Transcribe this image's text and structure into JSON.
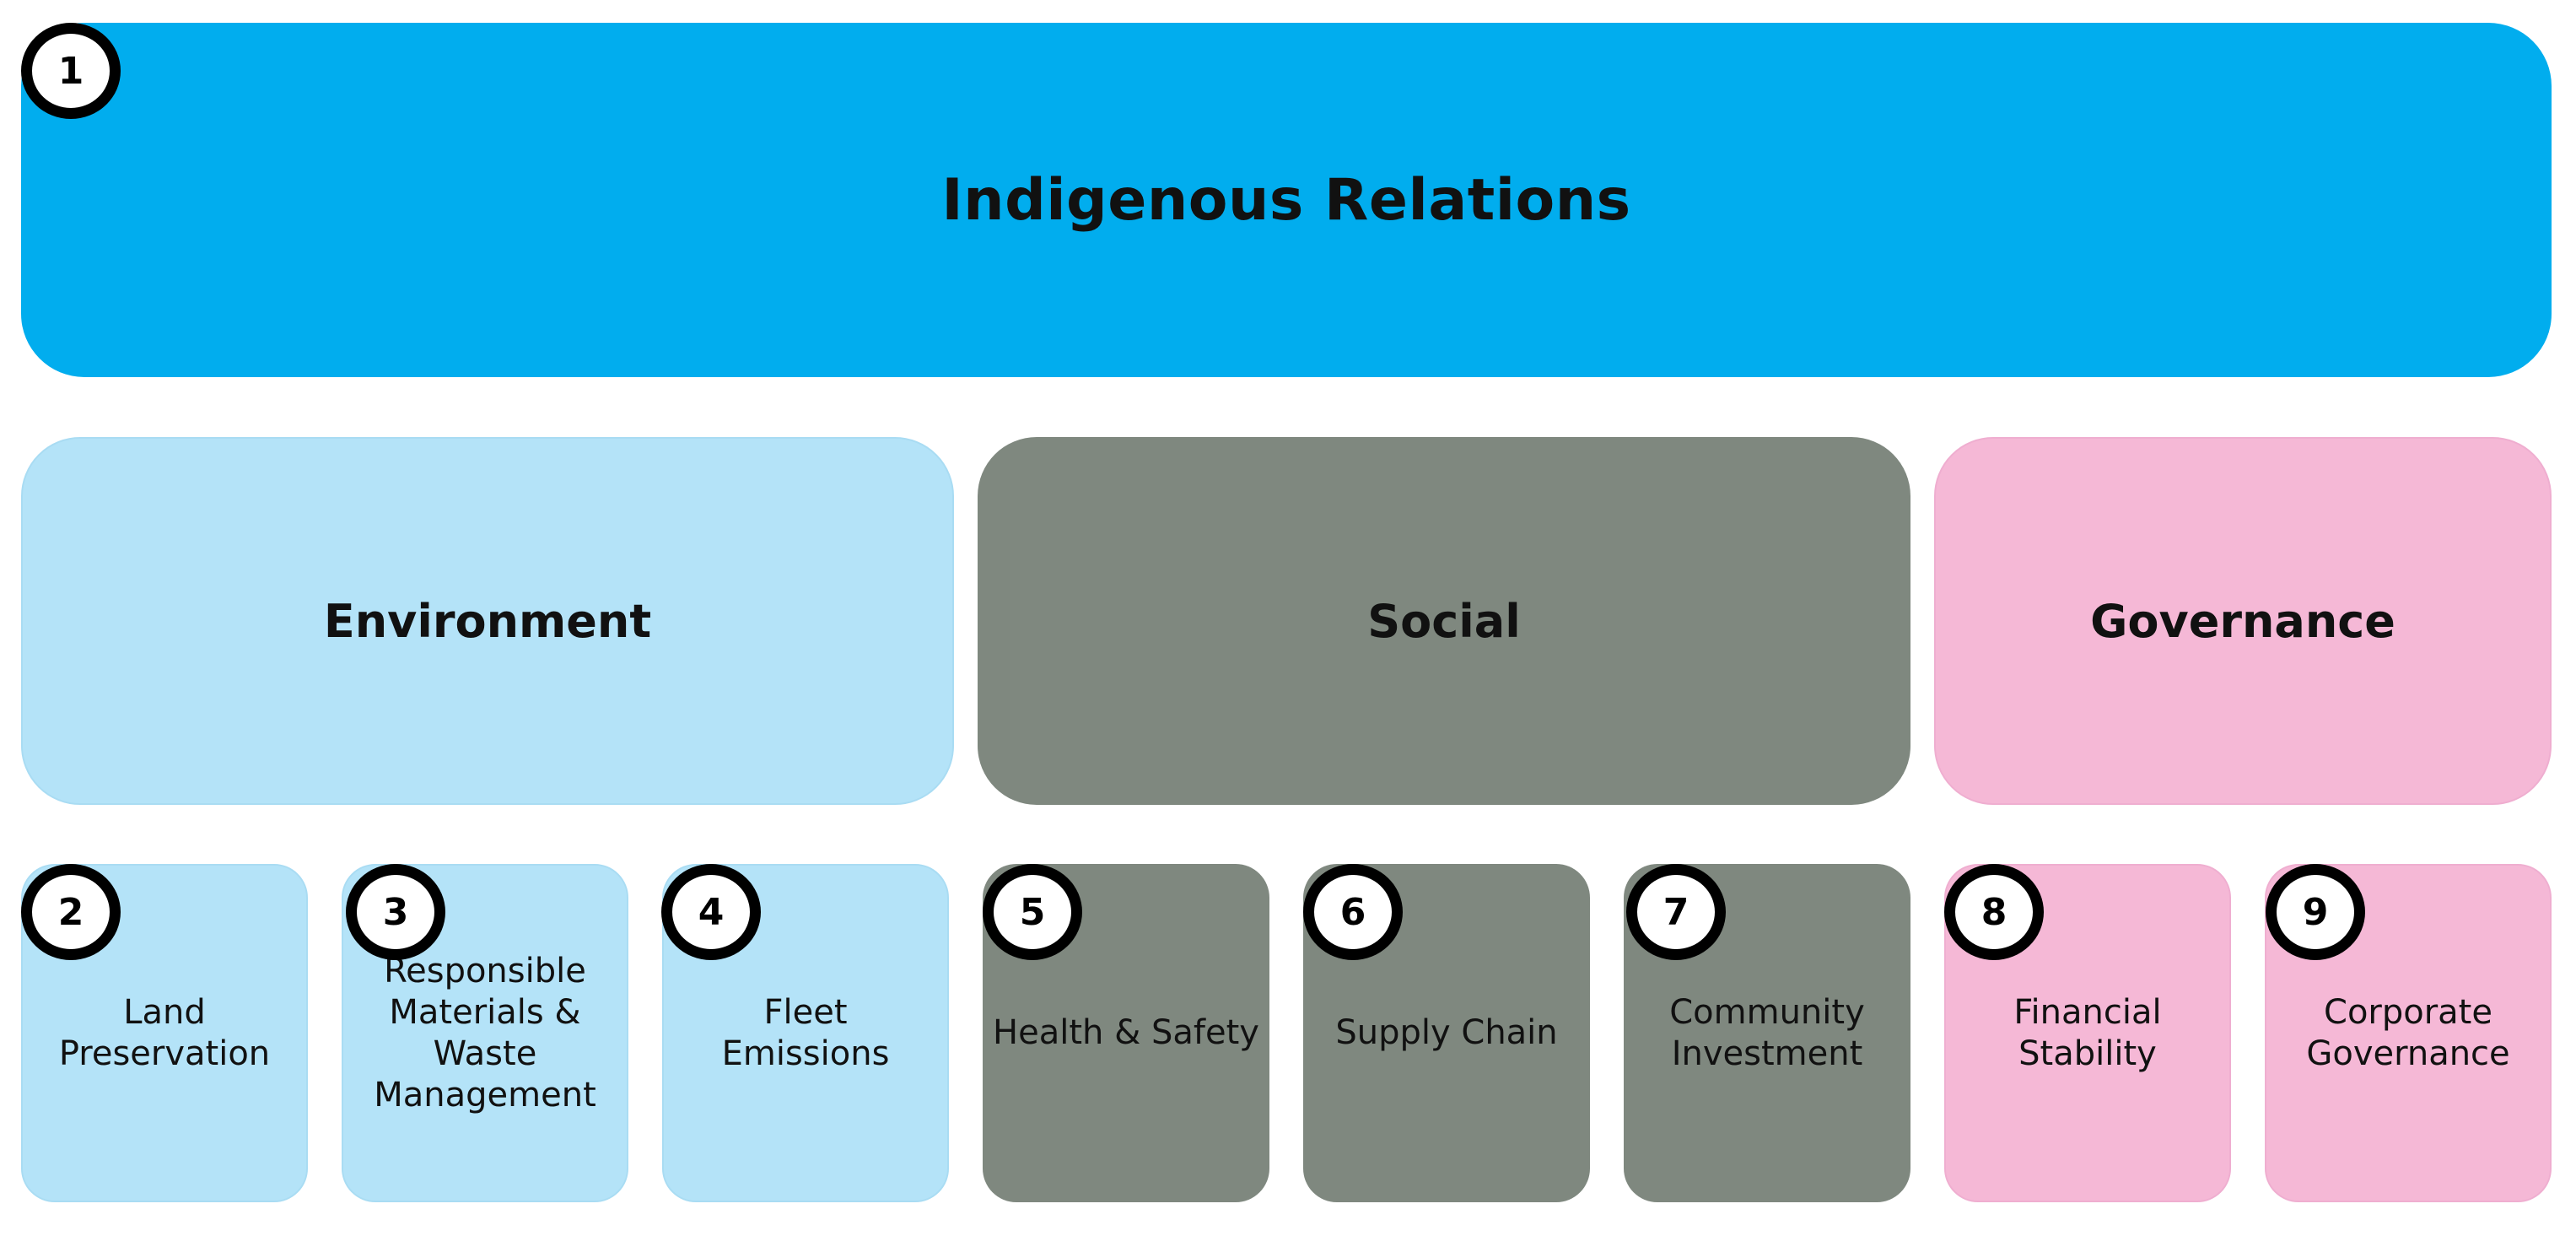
{
  "colors": {
    "top_box": "#01adee",
    "environment": "#b4e3f8",
    "social": "#7f887f",
    "governance": "#f5b8d6",
    "badge_border": "#000000"
  },
  "top": {
    "number": "1",
    "title": "Indigenous Relations"
  },
  "pillars": {
    "environment": "Environment",
    "social": "Social",
    "governance": "Governance"
  },
  "cards": [
    {
      "number": "2",
      "label": "Land\nPreservation"
    },
    {
      "number": "3",
      "label": "Responsible\nMaterials & Waste\nManagement"
    },
    {
      "number": "4",
      "label": "Fleet\nEmissions"
    },
    {
      "number": "5",
      "label": "Health & Safety"
    },
    {
      "number": "6",
      "label": "Supply Chain"
    },
    {
      "number": "7",
      "label": "Community\nInvestment"
    },
    {
      "number": "8",
      "label": "Financial\nStability"
    },
    {
      "number": "9",
      "label": "Corporate\nGovernance"
    }
  ]
}
